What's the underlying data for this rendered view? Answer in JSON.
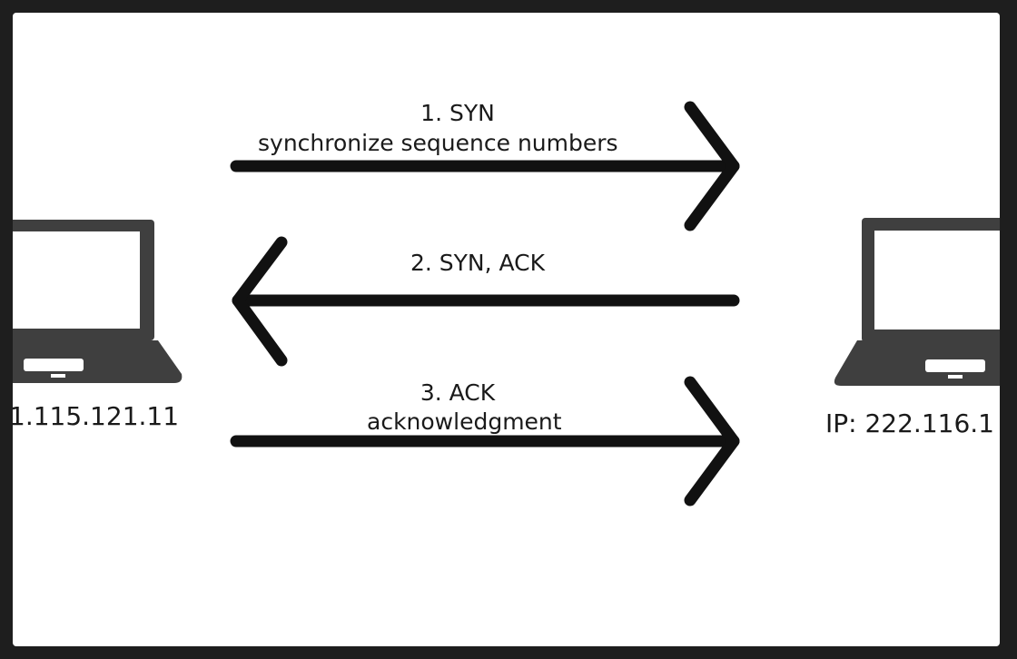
{
  "diagram": {
    "steps": [
      {
        "label": "1. SYN",
        "description": "synchronize sequence numbers",
        "direction": "right"
      },
      {
        "label": "2. SYN, ACK",
        "description": "",
        "direction": "left"
      },
      {
        "label": "3. ACK",
        "description": "acknowledgment",
        "direction": "right"
      }
    ],
    "client": {
      "ip_text": "1.115.121.11"
    },
    "server": {
      "ip_text": "IP: 222.116.1"
    },
    "colors": {
      "background": "#ffffff",
      "frame": "#1e1e1e",
      "arrow": "#111111",
      "laptop": "#3f3f3f"
    }
  }
}
